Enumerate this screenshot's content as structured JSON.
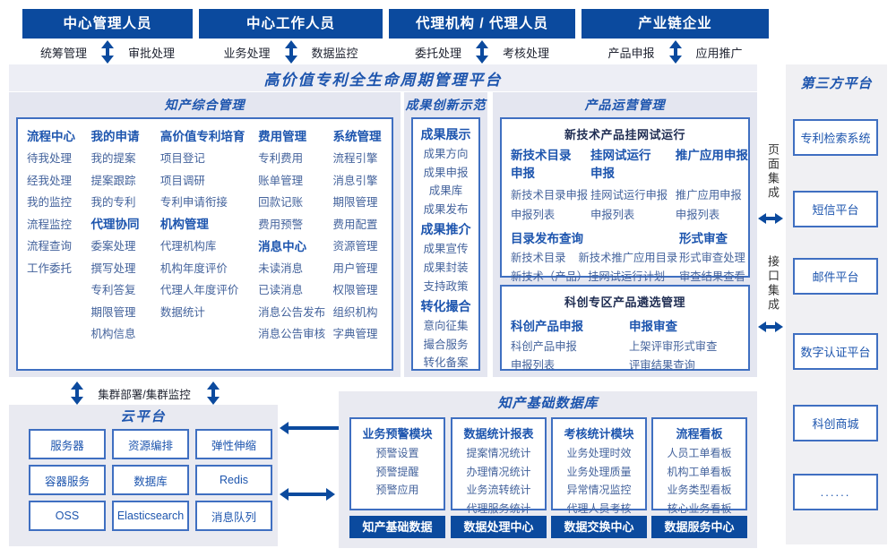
{
  "colors": {
    "navy": "#0b4a9e",
    "title_blue": "#1d55ae",
    "item_blue": "#44639c",
    "border_blue": "#3f6fc1",
    "panel_bg": "#e4e6f0"
  },
  "top_roles": [
    {
      "title": "中心管理人员",
      "left": "统筹管理",
      "right": "审批处理"
    },
    {
      "title": "中心工作人员",
      "left": "业务处理",
      "right": "数据监控"
    },
    {
      "title": "代理机构 / 代理人员",
      "left": "委托处理",
      "right": "考核处理"
    },
    {
      "title": "产业链企业",
      "left": "产品申报",
      "right": "应用推广"
    }
  ],
  "platform_title": "高价值专利全生命周期管理平台",
  "ip_mgmt": {
    "title": "知产综合管理",
    "columns": [
      {
        "groups": [
          {
            "name": "流程中心",
            "items": [
              "待我处理",
              "经我处理",
              "我的监控",
              "流程监控",
              "流程查询",
              "工作委托"
            ]
          }
        ]
      },
      {
        "groups": [
          {
            "name": "我的申请",
            "items": [
              "我的提案",
              "提案跟踪",
              "我的专利"
            ]
          },
          {
            "name": "代理协同",
            "items": [
              "委案处理",
              "撰写处理",
              "专利答复",
              "期限管理",
              "机构信息"
            ]
          }
        ]
      },
      {
        "groups": [
          {
            "name": "高价值专利培育",
            "items": [
              "项目登记",
              "项目调研",
              "专利申请衔接"
            ]
          },
          {
            "name": "机构管理",
            "items": [
              "代理机构库",
              "机构年度评价",
              "代理人年度评价",
              "数据统计"
            ]
          }
        ]
      },
      {
        "groups": [
          {
            "name": "费用管理",
            "items": [
              "专利费用",
              "账单管理",
              "回款记账",
              "费用预警"
            ]
          },
          {
            "name": "消息中心",
            "items": [
              "未读消息",
              "已读消息",
              "消息公告发布",
              "消息公告审核"
            ]
          }
        ]
      },
      {
        "groups": [
          {
            "name": "系统管理",
            "items": [
              "流程引擎",
              "消息引擎",
              "期限管理",
              "费用配置",
              "资源管理",
              "用户管理",
              "权限管理",
              "组织机构",
              "字典管理"
            ]
          }
        ]
      }
    ]
  },
  "achievement": {
    "title": "成果创新示范",
    "groups": [
      {
        "name": "成果展示",
        "items": [
          "成果方向",
          "成果申报",
          "成果库",
          "成果发布"
        ]
      },
      {
        "name": "成果推介",
        "items": [
          "成果宣传",
          "成果封装",
          "支持政策"
        ]
      },
      {
        "name": "转化撮合",
        "items": [
          "意向征集",
          "撮合服务",
          "转化备案"
        ]
      }
    ]
  },
  "product_ops": {
    "title": "产品运营管理",
    "trial": {
      "title": "新技术产品挂网试运行",
      "groups": [
        {
          "name": "新技术目录\n申报",
          "items": [
            "新技术目录申报",
            "申报列表"
          ]
        },
        {
          "name": "挂网试运行\n申报",
          "items": [
            "挂网试运行申报",
            "申报列表"
          ]
        },
        {
          "name": "推广应用申报",
          "items": [
            "推广应用申报",
            "申报列表"
          ]
        }
      ],
      "catalog": {
        "name": "目录发布查询",
        "row1_left": "新技术目录",
        "row1_right": "新技术推广应用目录",
        "row2": "新技术（产品）挂网试运行计划"
      },
      "review": {
        "name": "形式审查",
        "items": [
          "形式审查处理",
          "审查结果查看"
        ]
      }
    },
    "selection": {
      "title": "科创专区产品遴选管理",
      "groups": [
        {
          "name": "科创产品申报",
          "items": [
            "科创产品申报",
            "申报列表"
          ]
        },
        {
          "name": "申报审查",
          "items": [
            "上架评审形式审查",
            "评审结果查询"
          ]
        }
      ]
    }
  },
  "cluster_label": "集群部署/集群监控",
  "cloud": {
    "title": "云平台",
    "items": [
      "服务器",
      "资源编排",
      "弹性伸缩",
      "容器服务",
      "数据库",
      "Redis",
      "OSS",
      "Elasticsearch",
      "消息队列"
    ]
  },
  "ip_database": {
    "title": "知产基础数据库",
    "modules": [
      {
        "name": "业务预警模块",
        "items": [
          "预警设置",
          "预警提醒",
          "预警应用"
        ],
        "footer": "知产基础数据"
      },
      {
        "name": "数据统计报表",
        "items": [
          "提案情况统计",
          "办理情况统计",
          "业务流转统计",
          "代理服务统计"
        ],
        "footer": "数据处理中心"
      },
      {
        "name": "考核统计模块",
        "items": [
          "业务处理时效",
          "业务处理质量",
          "异常情况监控",
          "代理人员考核"
        ],
        "footer": "数据交换中心"
      },
      {
        "name": "流程看板",
        "items": [
          "人员工单看板",
          "机构工单看板",
          "业务类型看板",
          "核心业务看板"
        ],
        "footer": "数据服务中心"
      }
    ]
  },
  "third_party": {
    "title": "第三方平台",
    "items": [
      "专利检索系统",
      "短信平台",
      "邮件平台",
      "数字认证平台",
      "科创商城",
      "......"
    ]
  },
  "integration": {
    "page": "页面集成",
    "api": "接口集成"
  }
}
